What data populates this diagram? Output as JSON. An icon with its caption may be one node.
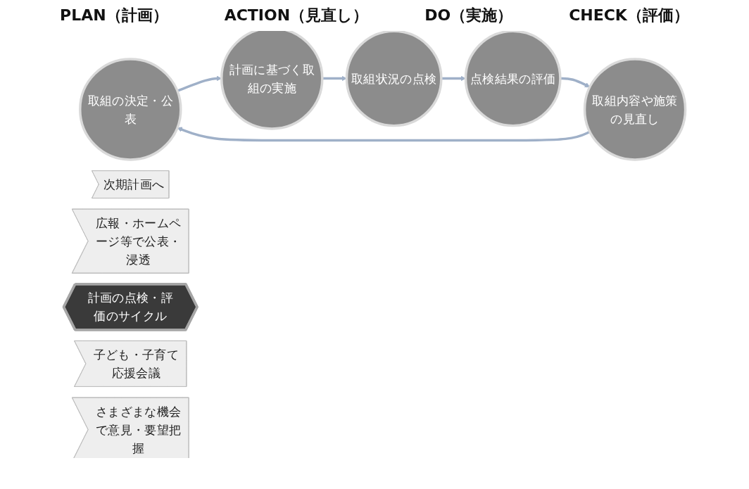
{
  "diagram": {
    "nodes": [
      {
        "text": [
          "取組の決定・公表"
        ]
      },
      {
        "text": [
          "次期計画へ"
        ]
      },
      {
        "text": [
          "広報・ホームページ等で公表・浸透"
        ]
      },
      {
        "text": [
          "取組内容や施策の見直し"
        ]
      },
      {
        "text": [
          "計画に基づく取組の実施"
        ]
      },
      {
        "text": [
          "計画の点検・評価のサイクル"
        ]
      },
      {
        "text": [
          "子ども・子育て応援会議"
        ]
      },
      {
        "text": [
          "さまざまな機会で意見・要望把握"
        ]
      },
      {
        "text": [
          "点検結果の評価"
        ]
      },
      {
        "text": [
          "取組状況の点検"
        ]
      }
    ],
    "edges": [
      {
        "from": 0,
        "to": 4,
        "arrow": "to"
      },
      {
        "from": 4,
        "to": 9,
        "arrow": "to"
      },
      {
        "from": 9,
        "to": 8,
        "arrow": "to"
      },
      {
        "from": 8,
        "to": 3,
        "arrow": "to"
      },
      {
        "from": 3,
        "to": 0,
        "arrow": "to"
      }
    ],
    "labels": [
      "PLAN（計画）",
      "ACTION（見直し）",
      "DO（実施）",
      "CHECK（評価）"
    ]
  }
}
